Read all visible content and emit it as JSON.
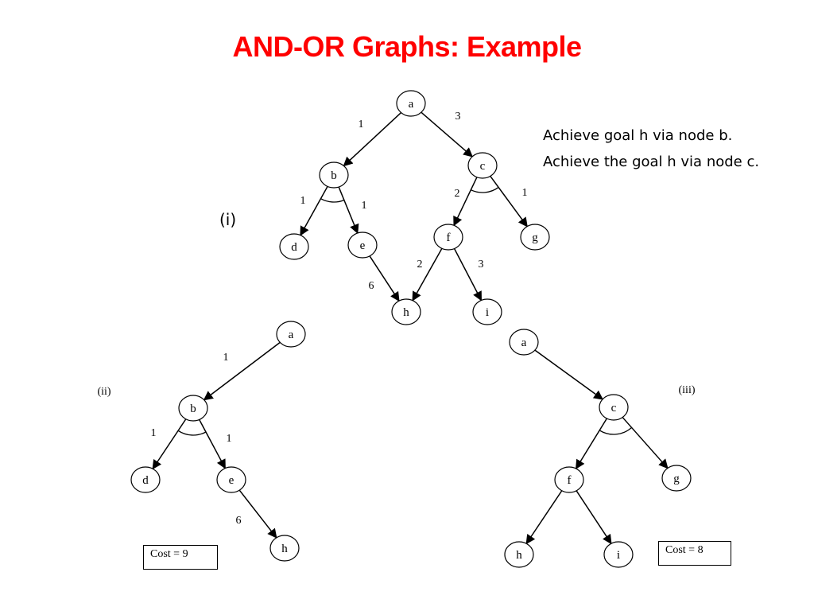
{
  "title": "AND-OR Graphs: Example",
  "description": [
    "Achieve goal h via node b.",
    "Achieve the goal h via node c."
  ],
  "panels": {
    "i": {
      "label": "(i)"
    },
    "ii": {
      "label": "(ii)",
      "cost": "Cost = 9"
    },
    "iii": {
      "label": "(iii)",
      "cost": "Cost = 8"
    }
  },
  "graph_i": {
    "nodes": [
      "a",
      "b",
      "c",
      "d",
      "e",
      "f",
      "g",
      "h",
      "i"
    ],
    "edges": [
      {
        "from": "a",
        "to": "b",
        "cost": "1"
      },
      {
        "from": "a",
        "to": "c",
        "cost": "3"
      },
      {
        "from": "b",
        "to": "d",
        "cost": "1",
        "and_group": "b"
      },
      {
        "from": "b",
        "to": "e",
        "cost": "1",
        "and_group": "b"
      },
      {
        "from": "c",
        "to": "f",
        "cost": "2",
        "and_group": "c"
      },
      {
        "from": "c",
        "to": "g",
        "cost": "1",
        "and_group": "c"
      },
      {
        "from": "e",
        "to": "h",
        "cost": "6"
      },
      {
        "from": "f",
        "to": "h",
        "cost": "2"
      },
      {
        "from": "f",
        "to": "i",
        "cost": "3"
      }
    ]
  },
  "graph_ii": {
    "nodes": [
      "a",
      "b",
      "d",
      "e",
      "h"
    ],
    "edges": [
      {
        "from": "a",
        "to": "b",
        "cost": "1"
      },
      {
        "from": "b",
        "to": "d",
        "cost": "1",
        "and_group": "b"
      },
      {
        "from": "b",
        "to": "e",
        "cost": "1",
        "and_group": "b"
      },
      {
        "from": "e",
        "to": "h",
        "cost": "6"
      }
    ]
  },
  "graph_iii": {
    "nodes": [
      "a",
      "c",
      "f",
      "g",
      "h",
      "i"
    ],
    "edges": [
      {
        "from": "a",
        "to": "c",
        "cost": ""
      },
      {
        "from": "c",
        "to": "f",
        "cost": "",
        "and_group": "c"
      },
      {
        "from": "c",
        "to": "g",
        "cost": "",
        "and_group": "c"
      },
      {
        "from": "f",
        "to": "h",
        "cost": ""
      },
      {
        "from": "f",
        "to": "i",
        "cost": ""
      }
    ]
  }
}
